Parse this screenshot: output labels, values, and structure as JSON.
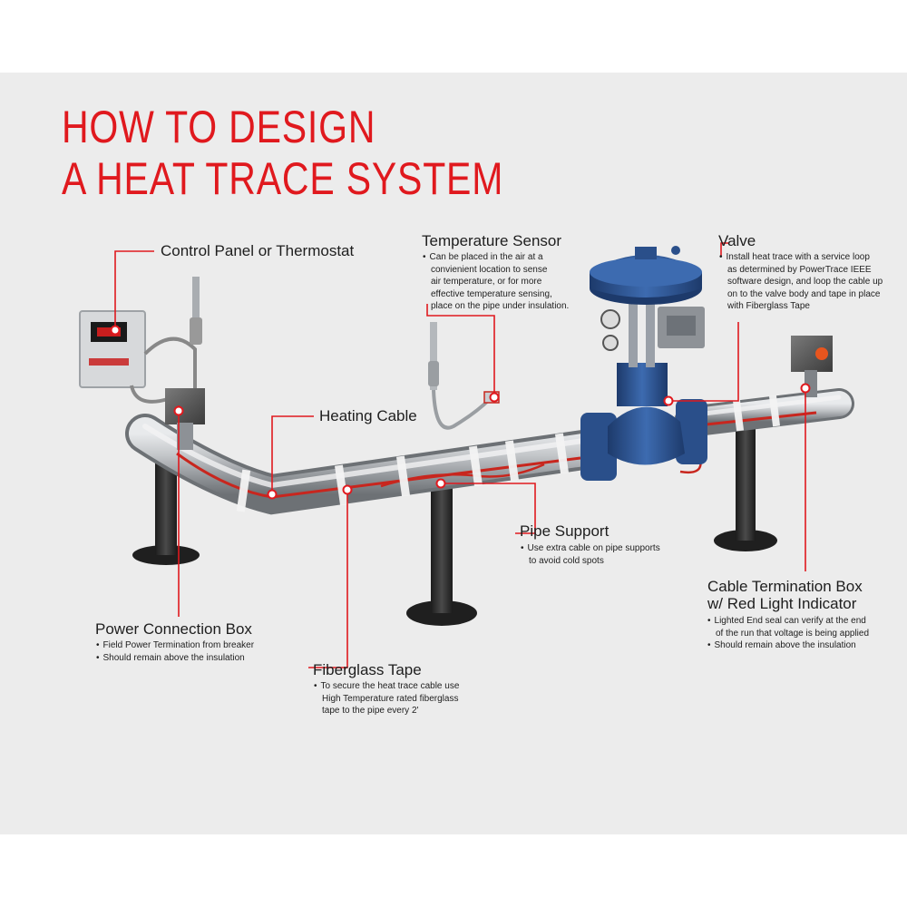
{
  "title": {
    "line1": "HOW TO DESIGN",
    "line2": "A HEAT TRACE SYSTEM"
  },
  "callouts": {
    "control_panel": {
      "label": "Control Panel or Thermostat"
    },
    "temperature_sensor": {
      "label": "Temperature Sensor",
      "notes": [
        "Can be placed in the air at a",
        "convienient location to sense",
        "air temperature, or for more",
        "effective temperature sensing,",
        "place on the pipe under insulation."
      ]
    },
    "valve": {
      "label": "Valve",
      "notes": [
        "Install heat trace with a service loop",
        "as determined by PowerTrace IEEE",
        "software design, and loop the cable up",
        "on to the valve body and tape in place",
        "with Fiberglass Tape"
      ]
    },
    "heating_cable": {
      "label": "Heating Cable"
    },
    "pipe_support": {
      "label": "Pipe Support",
      "notes": [
        "Use extra cable on pipe supports",
        "to avoid cold spots"
      ]
    },
    "cable_termination": {
      "label_line1": "Cable Termination Box",
      "label_line2": "w/ Red Light Indicator",
      "bullet1": [
        "Lighted End seal can verify at the end",
        "of the run that voltage is being applied"
      ],
      "bullet2": [
        "Should remain above the insulation"
      ]
    },
    "power_connection": {
      "label": "Power Connection Box",
      "bullets": [
        "Field Power Termination from breaker",
        "Should remain above the insulation"
      ]
    },
    "fiberglass_tape": {
      "label": "Fiberglass Tape",
      "notes": [
        "To secure the heat trace cable use",
        "High Temperature rated fiberglass",
        "tape to the pipe every 2'"
      ]
    }
  },
  "colors": {
    "accent": "#e0191e",
    "background": "#ececec",
    "valve_blue": "#2a4f8a",
    "pipe": "#b9bcc0",
    "support": "#2b2b2b"
  },
  "icons": [
    "control-panel",
    "junction-box",
    "temperature-probe",
    "control-valve",
    "termination-light",
    "pipe-stand"
  ]
}
